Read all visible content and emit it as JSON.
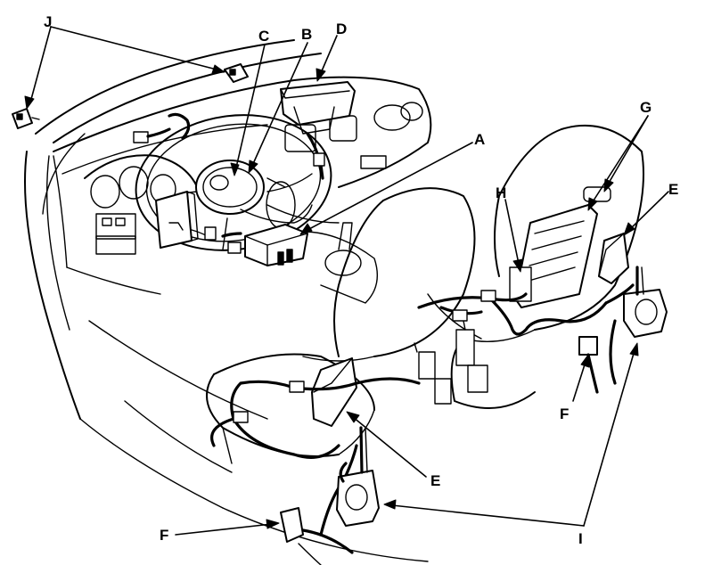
{
  "callouts": {
    "A": "A",
    "B": "B",
    "C": "C",
    "D": "D",
    "E_right": "E",
    "E_left": "E",
    "F_right": "F",
    "F_left": "F",
    "G": "G",
    "H": "H",
    "I": "I",
    "J": "J"
  }
}
